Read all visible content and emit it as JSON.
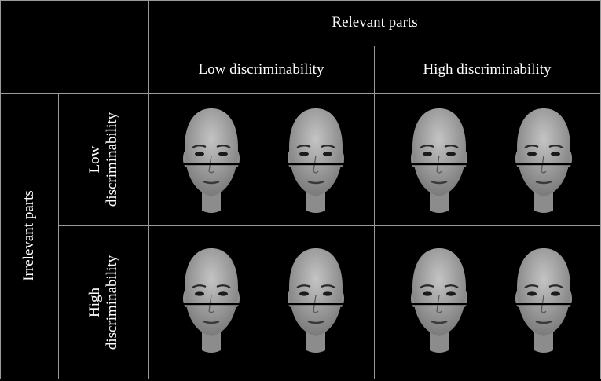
{
  "header": {
    "relevant_parts": "Relevant parts",
    "col_low": "Low discriminability",
    "col_high": "High discriminability"
  },
  "rows": {
    "irrelevant_parts": "Irrelevant parts",
    "row_low_1": "Low",
    "row_low_2": "discriminability",
    "row_high_1": "High",
    "row_high_2": "discriminability"
  },
  "colors": {
    "background": "#000000",
    "grid_line": "#9a9a9a",
    "face_skin": "#a9a9a9",
    "split_line": "#000000"
  },
  "cells": [
    {
      "row": "low",
      "col": "low",
      "faces": [
        "face-1",
        "face-2"
      ]
    },
    {
      "row": "low",
      "col": "high",
      "faces": [
        "face-3",
        "face-4"
      ]
    },
    {
      "row": "high",
      "col": "low",
      "faces": [
        "face-5",
        "face-6"
      ]
    },
    {
      "row": "high",
      "col": "high",
      "faces": [
        "face-7",
        "face-8"
      ]
    }
  ]
}
